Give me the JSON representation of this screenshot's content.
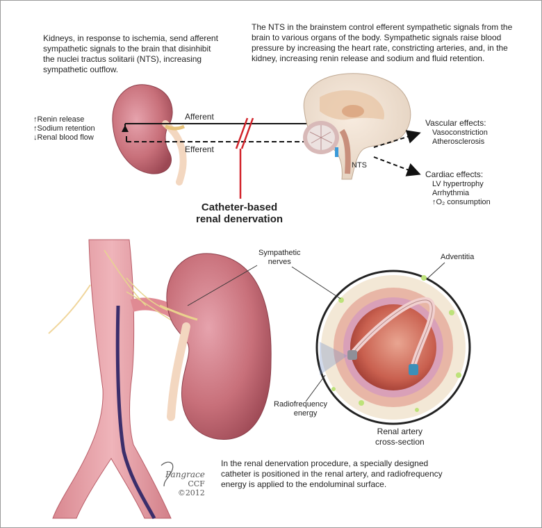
{
  "top_left_text": [
    "Kidneys, in response to ischemia, send afferent",
    "sympathetic signals to the brain that disinhibit",
    "the nuclei tractus solitarii (NTS), increasing",
    "sympathetic outflow."
  ],
  "top_right_text": [
    "The NTS in the brainstem control efferent sympathetic signals from the",
    "brain to various organs of the body. Sympathetic signals raise blood",
    "pressure by increasing the heart rate, constricting arteries, and, in the",
    "kidney, increasing renin release and sodium and fluid retention."
  ],
  "kidney_effects": [
    "↑Renin release",
    "↑Sodium retention",
    "↓Renal blood flow"
  ],
  "afferent_label": "Afferent",
  "efferent_label": "Efferent",
  "nts_label": "NTS",
  "vascular": {
    "title": "Vascular effects:",
    "items": [
      "Vasoconstriction",
      "Atherosclerosis"
    ]
  },
  "cardiac": {
    "title": "Cardiac effects:",
    "items": [
      "LV hypertrophy",
      "Arrhythmia",
      "↑O₂ consumption"
    ]
  },
  "procedure_title": [
    "Catheter-based",
    "renal denervation"
  ],
  "sympathetic_label": [
    "Sympathetic",
    "nerves"
  ],
  "adventitia_label": "Adventitia",
  "rf_label": [
    "Radiofrequency",
    "energy"
  ],
  "cross_section_label": [
    "Renal artery",
    "cross-section"
  ],
  "bottom_text": [
    "In the renal denervation procedure, a specially designed",
    "catheter is positioned in the renal artery, and radiofrequency",
    "energy is applied to the endoluminal surface."
  ],
  "signature": {
    "name": "Pangrace",
    "org": "CCF",
    "year": "©2012"
  },
  "colors": {
    "kidney": "#c8707a",
    "kidney_dark": "#a24f5c",
    "artery": "#e39aa2",
    "nerve": "#e8dca0",
    "red_cut": "#d2232a",
    "catheter": "#4a3a7a"
  }
}
